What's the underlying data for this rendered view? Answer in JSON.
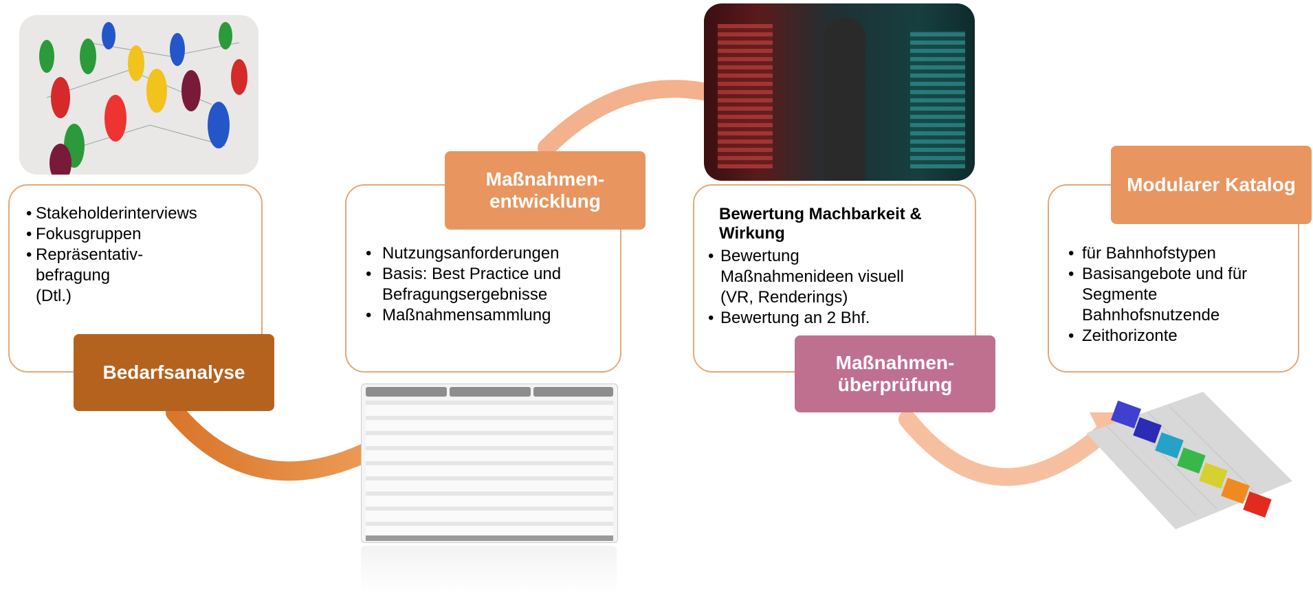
{
  "steps": [
    {
      "label": "Bedarfsanalyse",
      "color": "#b5621f",
      "items": [
        "Stakeholderinterviews",
        "Fokusgruppen",
        "Repräsentativ-befragung (Dtl.)"
      ],
      "image": "board-game-pawns-network"
    },
    {
      "label": "Maßnahmen-entwicklung",
      "color": "#e9955f",
      "items": [
        "Nutzungsanforderungen",
        "Basis: Best Practice und Befragungsergebnisse",
        "Maßnahmensammlung"
      ],
      "image": "measures-table-document"
    },
    {
      "label": "Maßnahmen-überprüfung",
      "color": "#c0708f",
      "heading": "Bewertung Machbarkeit & Wirkung",
      "items": [
        "Bewertung Maßnahmenideen visuell (VR, Renderings)",
        "Bewertung an 2 Bhf."
      ],
      "image": "person-with-vr-headset"
    },
    {
      "label": "Modularer Katalog",
      "color": "#e9955f",
      "items": [
        "für Bahnhofstypen",
        "Basisangebote und für  Segmente Bahnhofsnutzende",
        "Zeithorizonte"
      ],
      "image": "puzzle-pieces-colored"
    }
  ],
  "arrows": {
    "dark": "#e58a3a",
    "light": "#f3b18d"
  }
}
